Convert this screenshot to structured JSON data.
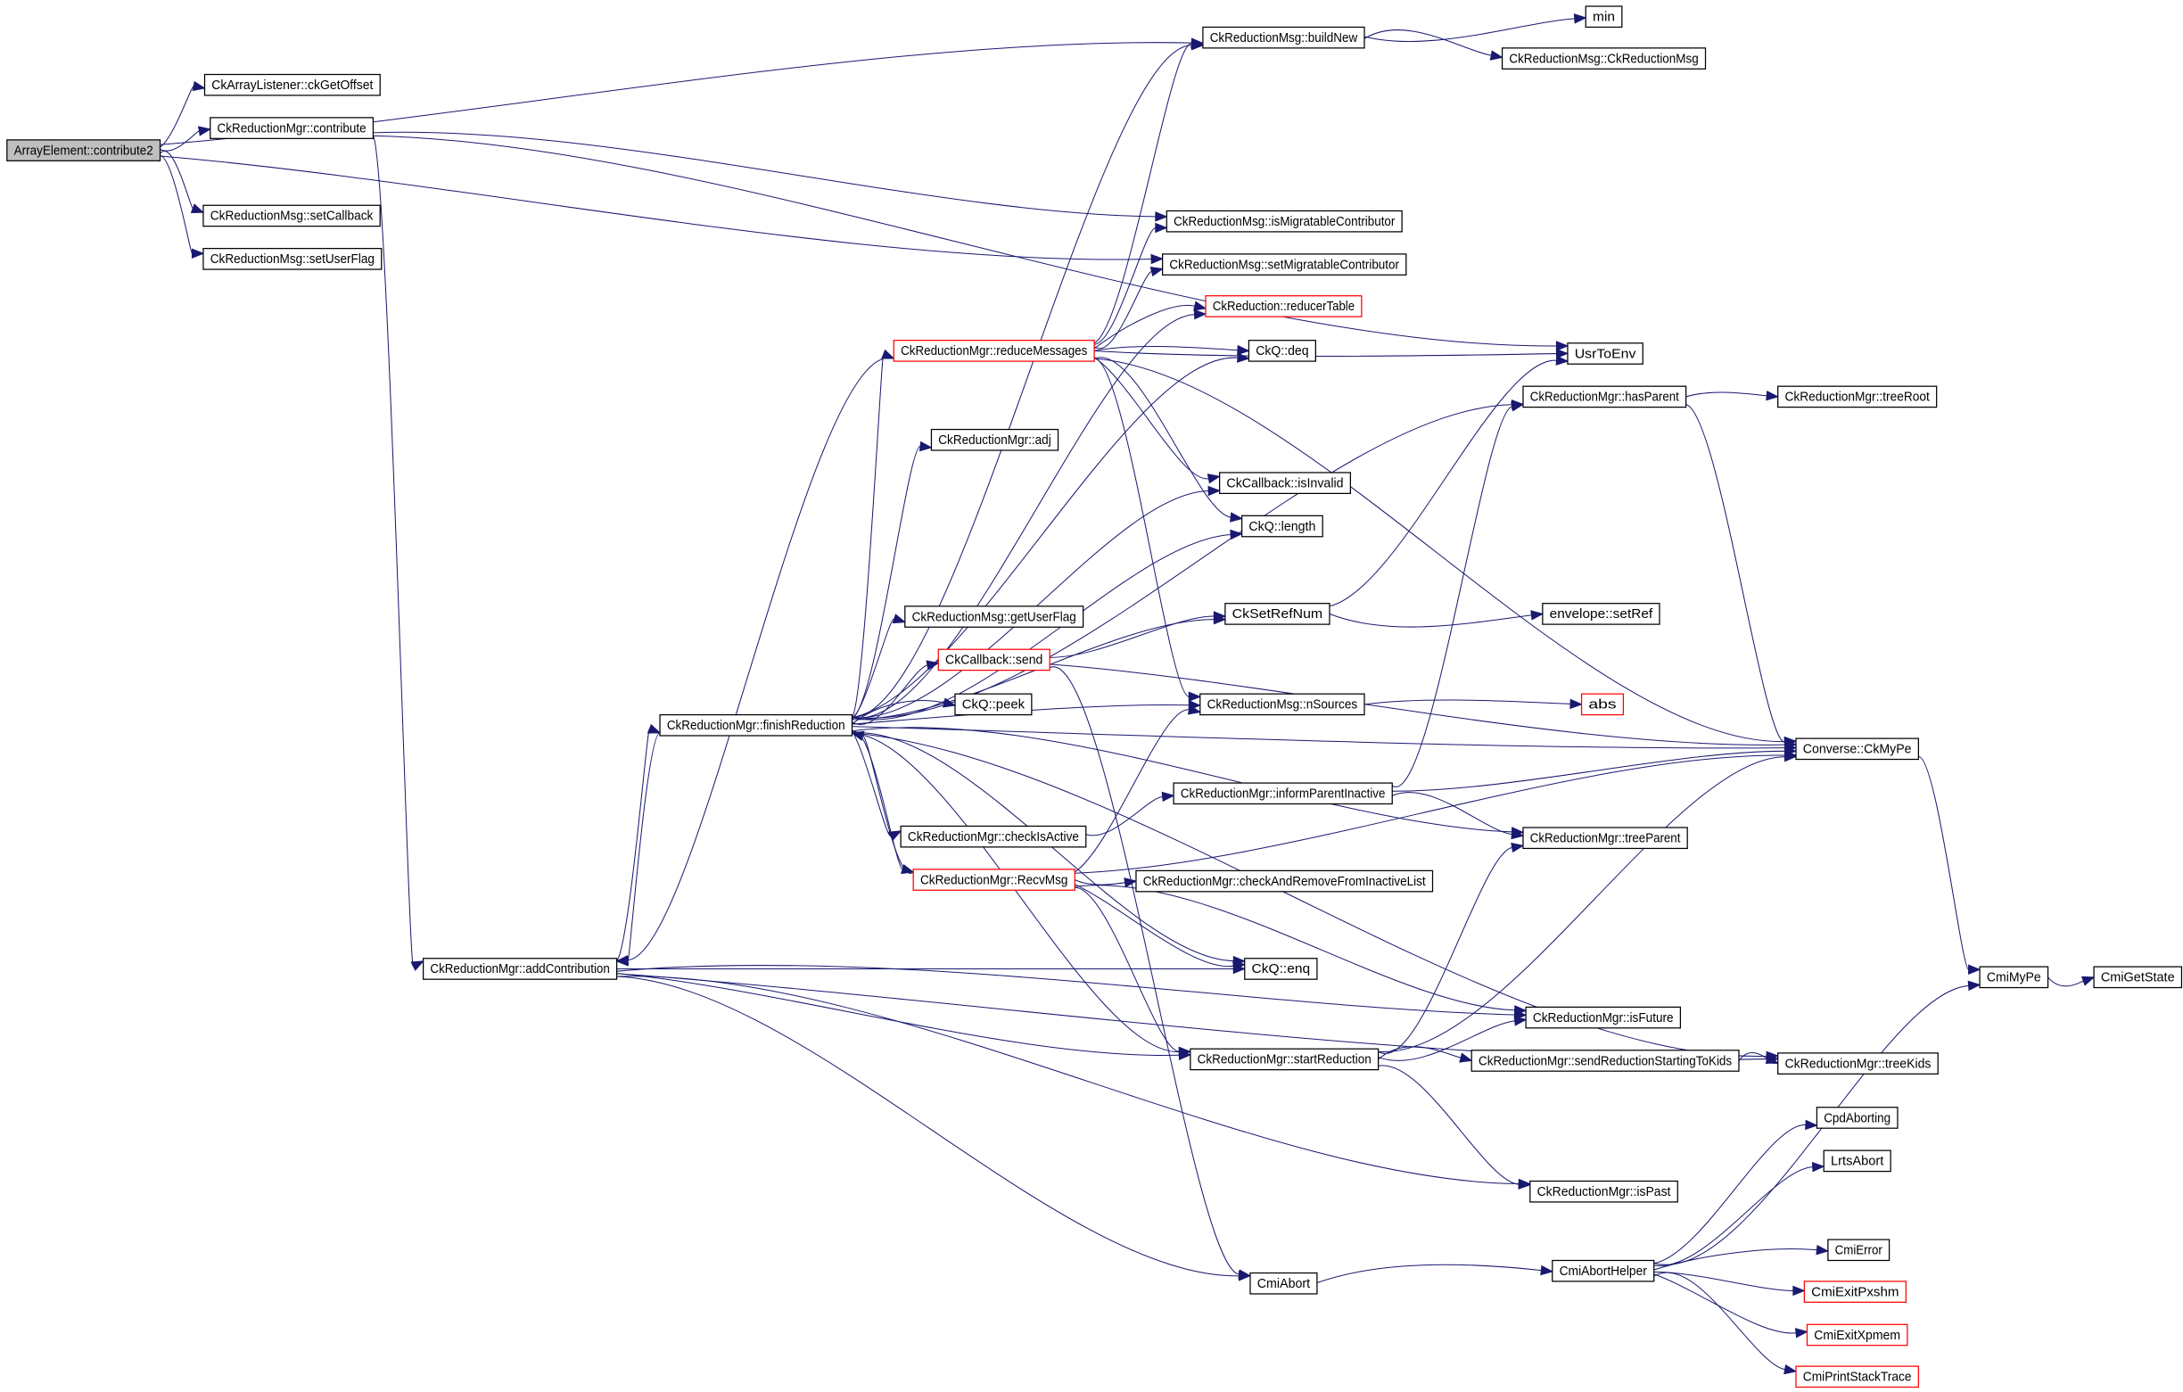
{
  "diagram": {
    "type": "call-graph",
    "root": "ArrayElement::contribute2",
    "colors": {
      "edge": "#191970",
      "root_fill": "#bfbfbf",
      "node_border": "#000000",
      "truncated_border": "#ff0000"
    },
    "nodes": [
      {
        "id": "contribute2",
        "label": "ArrayElement::contribute2",
        "kind": "root"
      },
      {
        "id": "ckGetOffset",
        "label": "CkArrayListener::ckGetOffset",
        "kind": "normal"
      },
      {
        "id": "mgrContribute",
        "label": "CkReductionMgr::contribute",
        "kind": "normal"
      },
      {
        "id": "setCallback",
        "label": "CkReductionMsg::setCallback",
        "kind": "normal"
      },
      {
        "id": "setUserFlag",
        "label": "CkReductionMsg::setUserFlag",
        "kind": "normal"
      },
      {
        "id": "buildNew",
        "label": "CkReductionMsg::buildNew",
        "kind": "normal"
      },
      {
        "id": "min",
        "label": "min",
        "kind": "normal"
      },
      {
        "id": "msgCtor",
        "label": "CkReductionMsg::CkReductionMsg",
        "kind": "normal"
      },
      {
        "id": "isMig",
        "label": "CkReductionMsg::isMigratableContributor",
        "kind": "normal"
      },
      {
        "id": "setMig",
        "label": "CkReductionMsg::setMigratableContributor",
        "kind": "normal"
      },
      {
        "id": "reducerTable",
        "label": "CkReduction::reducerTable",
        "kind": "truncated"
      },
      {
        "id": "reduceMessages",
        "label": "CkReductionMgr::reduceMessages",
        "kind": "truncated"
      },
      {
        "id": "deq",
        "label": "CkQ::deq",
        "kind": "normal"
      },
      {
        "id": "usrToEnv",
        "label": "UsrToEnv",
        "kind": "normal"
      },
      {
        "id": "hasParent",
        "label": "CkReductionMgr::hasParent",
        "kind": "normal"
      },
      {
        "id": "treeRoot",
        "label": "CkReductionMgr::treeRoot",
        "kind": "normal"
      },
      {
        "id": "adj",
        "label": "CkReductionMgr::adj",
        "kind": "normal"
      },
      {
        "id": "isInvalid",
        "label": "CkCallback::isInvalid",
        "kind": "normal"
      },
      {
        "id": "length",
        "label": "CkQ::length",
        "kind": "normal"
      },
      {
        "id": "getUserFlag",
        "label": "CkReductionMsg::getUserFlag",
        "kind": "normal"
      },
      {
        "id": "setRefNum",
        "label": "CkSetRefNum",
        "kind": "normal"
      },
      {
        "id": "setRef",
        "label": "envelope::setRef",
        "kind": "normal"
      },
      {
        "id": "cbSend",
        "label": "CkCallback::send",
        "kind": "truncated"
      },
      {
        "id": "peek",
        "label": "CkQ::peek",
        "kind": "normal"
      },
      {
        "id": "nSources",
        "label": "CkReductionMsg::nSources",
        "kind": "normal"
      },
      {
        "id": "abs",
        "label": "abs",
        "kind": "truncated"
      },
      {
        "id": "finishReduction",
        "label": "CkReductionMgr::finishReduction",
        "kind": "normal"
      },
      {
        "id": "ckMyPe",
        "label": "Converse::CkMyPe",
        "kind": "normal"
      },
      {
        "id": "informParent",
        "label": "CkReductionMgr::informParentInactive",
        "kind": "normal"
      },
      {
        "id": "checkIsActive",
        "label": "CkReductionMgr::checkIsActive",
        "kind": "normal"
      },
      {
        "id": "treeParent",
        "label": "CkReductionMgr::treeParent",
        "kind": "normal"
      },
      {
        "id": "recvMsg",
        "label": "CkReductionMgr::RecvMsg",
        "kind": "truncated"
      },
      {
        "id": "checkAndRemove",
        "label": "CkReductionMgr::checkAndRemoveFromInactiveList",
        "kind": "normal"
      },
      {
        "id": "addContribution",
        "label": "CkReductionMgr::addContribution",
        "kind": "normal"
      },
      {
        "id": "enq",
        "label": "CkQ::enq",
        "kind": "normal"
      },
      {
        "id": "cmiMyPe",
        "label": "CmiMyPe",
        "kind": "normal"
      },
      {
        "id": "cmiGetState",
        "label": "CmiGetState",
        "kind": "normal"
      },
      {
        "id": "isFuture",
        "label": "CkReductionMgr::isFuture",
        "kind": "normal"
      },
      {
        "id": "startReduction",
        "label": "CkReductionMgr::startReduction",
        "kind": "normal"
      },
      {
        "id": "sendStarting",
        "label": "CkReductionMgr::sendReductionStartingToKids",
        "kind": "normal"
      },
      {
        "id": "treeKids",
        "label": "CkReductionMgr::treeKids",
        "kind": "normal"
      },
      {
        "id": "cpdAborting",
        "label": "CpdAborting",
        "kind": "normal"
      },
      {
        "id": "lrtsAbort",
        "label": "LrtsAbort",
        "kind": "normal"
      },
      {
        "id": "isPast",
        "label": "CkReductionMgr::isPast",
        "kind": "normal"
      },
      {
        "id": "cmiError",
        "label": "CmiError",
        "kind": "normal"
      },
      {
        "id": "cmiAbort",
        "label": "CmiAbort",
        "kind": "normal"
      },
      {
        "id": "cmiAbortHelper",
        "label": "CmiAbortHelper",
        "kind": "normal"
      },
      {
        "id": "exitPxshm",
        "label": "CmiExitPxshm",
        "kind": "truncated"
      },
      {
        "id": "exitXpmem",
        "label": "CmiExitXpmem",
        "kind": "truncated"
      },
      {
        "id": "printStack",
        "label": "CmiPrintStackTrace",
        "kind": "truncated"
      }
    ],
    "edges": [
      [
        "contribute2",
        "buildNew"
      ],
      [
        "contribute2",
        "ckGetOffset"
      ],
      [
        "contribute2",
        "mgrContribute"
      ],
      [
        "contribute2",
        "setMig"
      ],
      [
        "contribute2",
        "setCallback"
      ],
      [
        "contribute2",
        "setUserFlag"
      ],
      [
        "buildNew",
        "min"
      ],
      [
        "buildNew",
        "msgCtor"
      ],
      [
        "mgrContribute",
        "isMig"
      ],
      [
        "mgrContribute",
        "usrToEnv"
      ],
      [
        "mgrContribute",
        "addContribution"
      ],
      [
        "addContribution",
        "finishReduction"
      ],
      [
        "addContribution",
        "enq"
      ],
      [
        "addContribution",
        "startReduction"
      ],
      [
        "addContribution",
        "isFuture"
      ],
      [
        "addContribution",
        "isPast"
      ],
      [
        "addContribution",
        "cmiAbort"
      ],
      [
        "addContribution",
        "treeKids"
      ],
      [
        "finishReduction",
        "reduceMessages"
      ],
      [
        "finishReduction",
        "buildNew"
      ],
      [
        "finishReduction",
        "reducerTable"
      ],
      [
        "finishReduction",
        "deq"
      ],
      [
        "finishReduction",
        "adj"
      ],
      [
        "finishReduction",
        "isInvalid"
      ],
      [
        "finishReduction",
        "length"
      ],
      [
        "finishReduction",
        "getUserFlag"
      ],
      [
        "finishReduction",
        "setRefNum"
      ],
      [
        "finishReduction",
        "cbSend"
      ],
      [
        "finishReduction",
        "peek"
      ],
      [
        "finishReduction",
        "nSources"
      ],
      [
        "finishReduction",
        "ckMyPe"
      ],
      [
        "finishReduction",
        "checkIsActive"
      ],
      [
        "finishReduction",
        "recvMsg"
      ],
      [
        "finishReduction",
        "addContribution"
      ],
      [
        "finishReduction",
        "hasParent"
      ],
      [
        "finishReduction",
        "treeParent"
      ],
      [
        "finishReduction",
        "enq"
      ],
      [
        "finishReduction",
        "startReduction"
      ],
      [
        "finishReduction",
        "treeKids"
      ],
      [
        "reduceMessages",
        "buildNew"
      ],
      [
        "reduceMessages",
        "isMig"
      ],
      [
        "reduceMessages",
        "setMig"
      ],
      [
        "reduceMessages",
        "reducerTable"
      ],
      [
        "reduceMessages",
        "deq"
      ],
      [
        "reduceMessages",
        "usrToEnv"
      ],
      [
        "reduceMessages",
        "isInvalid"
      ],
      [
        "reduceMessages",
        "length"
      ],
      [
        "reduceMessages",
        "nSources"
      ],
      [
        "reduceMessages",
        "ckMyPe"
      ],
      [
        "reduceMessages",
        "addContribution"
      ],
      [
        "hasParent",
        "treeRoot"
      ],
      [
        "hasParent",
        "ckMyPe"
      ],
      [
        "setRefNum",
        "setRef"
      ],
      [
        "setRefNum",
        "usrToEnv"
      ],
      [
        "cbSend",
        "setRefNum"
      ],
      [
        "cbSend",
        "ckMyPe"
      ],
      [
        "cbSend",
        "cmiAbort"
      ],
      [
        "nSources",
        "abs"
      ],
      [
        "checkIsActive",
        "informParent"
      ],
      [
        "informParent",
        "hasParent"
      ],
      [
        "informParent",
        "treeParent"
      ],
      [
        "informParent",
        "ckMyPe"
      ],
      [
        "recvMsg",
        "finishReduction"
      ],
      [
        "recvMsg",
        "nSources"
      ],
      [
        "recvMsg",
        "ckMyPe"
      ],
      [
        "recvMsg",
        "checkAndRemove"
      ],
      [
        "recvMsg",
        "enq"
      ],
      [
        "recvMsg",
        "isFuture"
      ],
      [
        "recvMsg",
        "startReduction"
      ],
      [
        "startReduction",
        "isFuture"
      ],
      [
        "startReduction",
        "sendStarting"
      ],
      [
        "startReduction",
        "isPast"
      ],
      [
        "startReduction",
        "ckMyPe"
      ],
      [
        "startReduction",
        "treeParent"
      ],
      [
        "sendStarting",
        "treeKids"
      ],
      [
        "ckMyPe",
        "cmiMyPe"
      ],
      [
        "cmiMyPe",
        "cmiGetState"
      ],
      [
        "cmiAbort",
        "cmiAbortHelper"
      ],
      [
        "cmiAbortHelper",
        "cpdAborting"
      ],
      [
        "cmiAbortHelper",
        "lrtsAbort"
      ],
      [
        "cmiAbortHelper",
        "cmiMyPe"
      ],
      [
        "cmiAbortHelper",
        "cmiError"
      ],
      [
        "cmiAbortHelper",
        "exitPxshm"
      ],
      [
        "cmiAbortHelper",
        "exitXpmem"
      ],
      [
        "cmiAbortHelper",
        "printStack"
      ]
    ]
  }
}
